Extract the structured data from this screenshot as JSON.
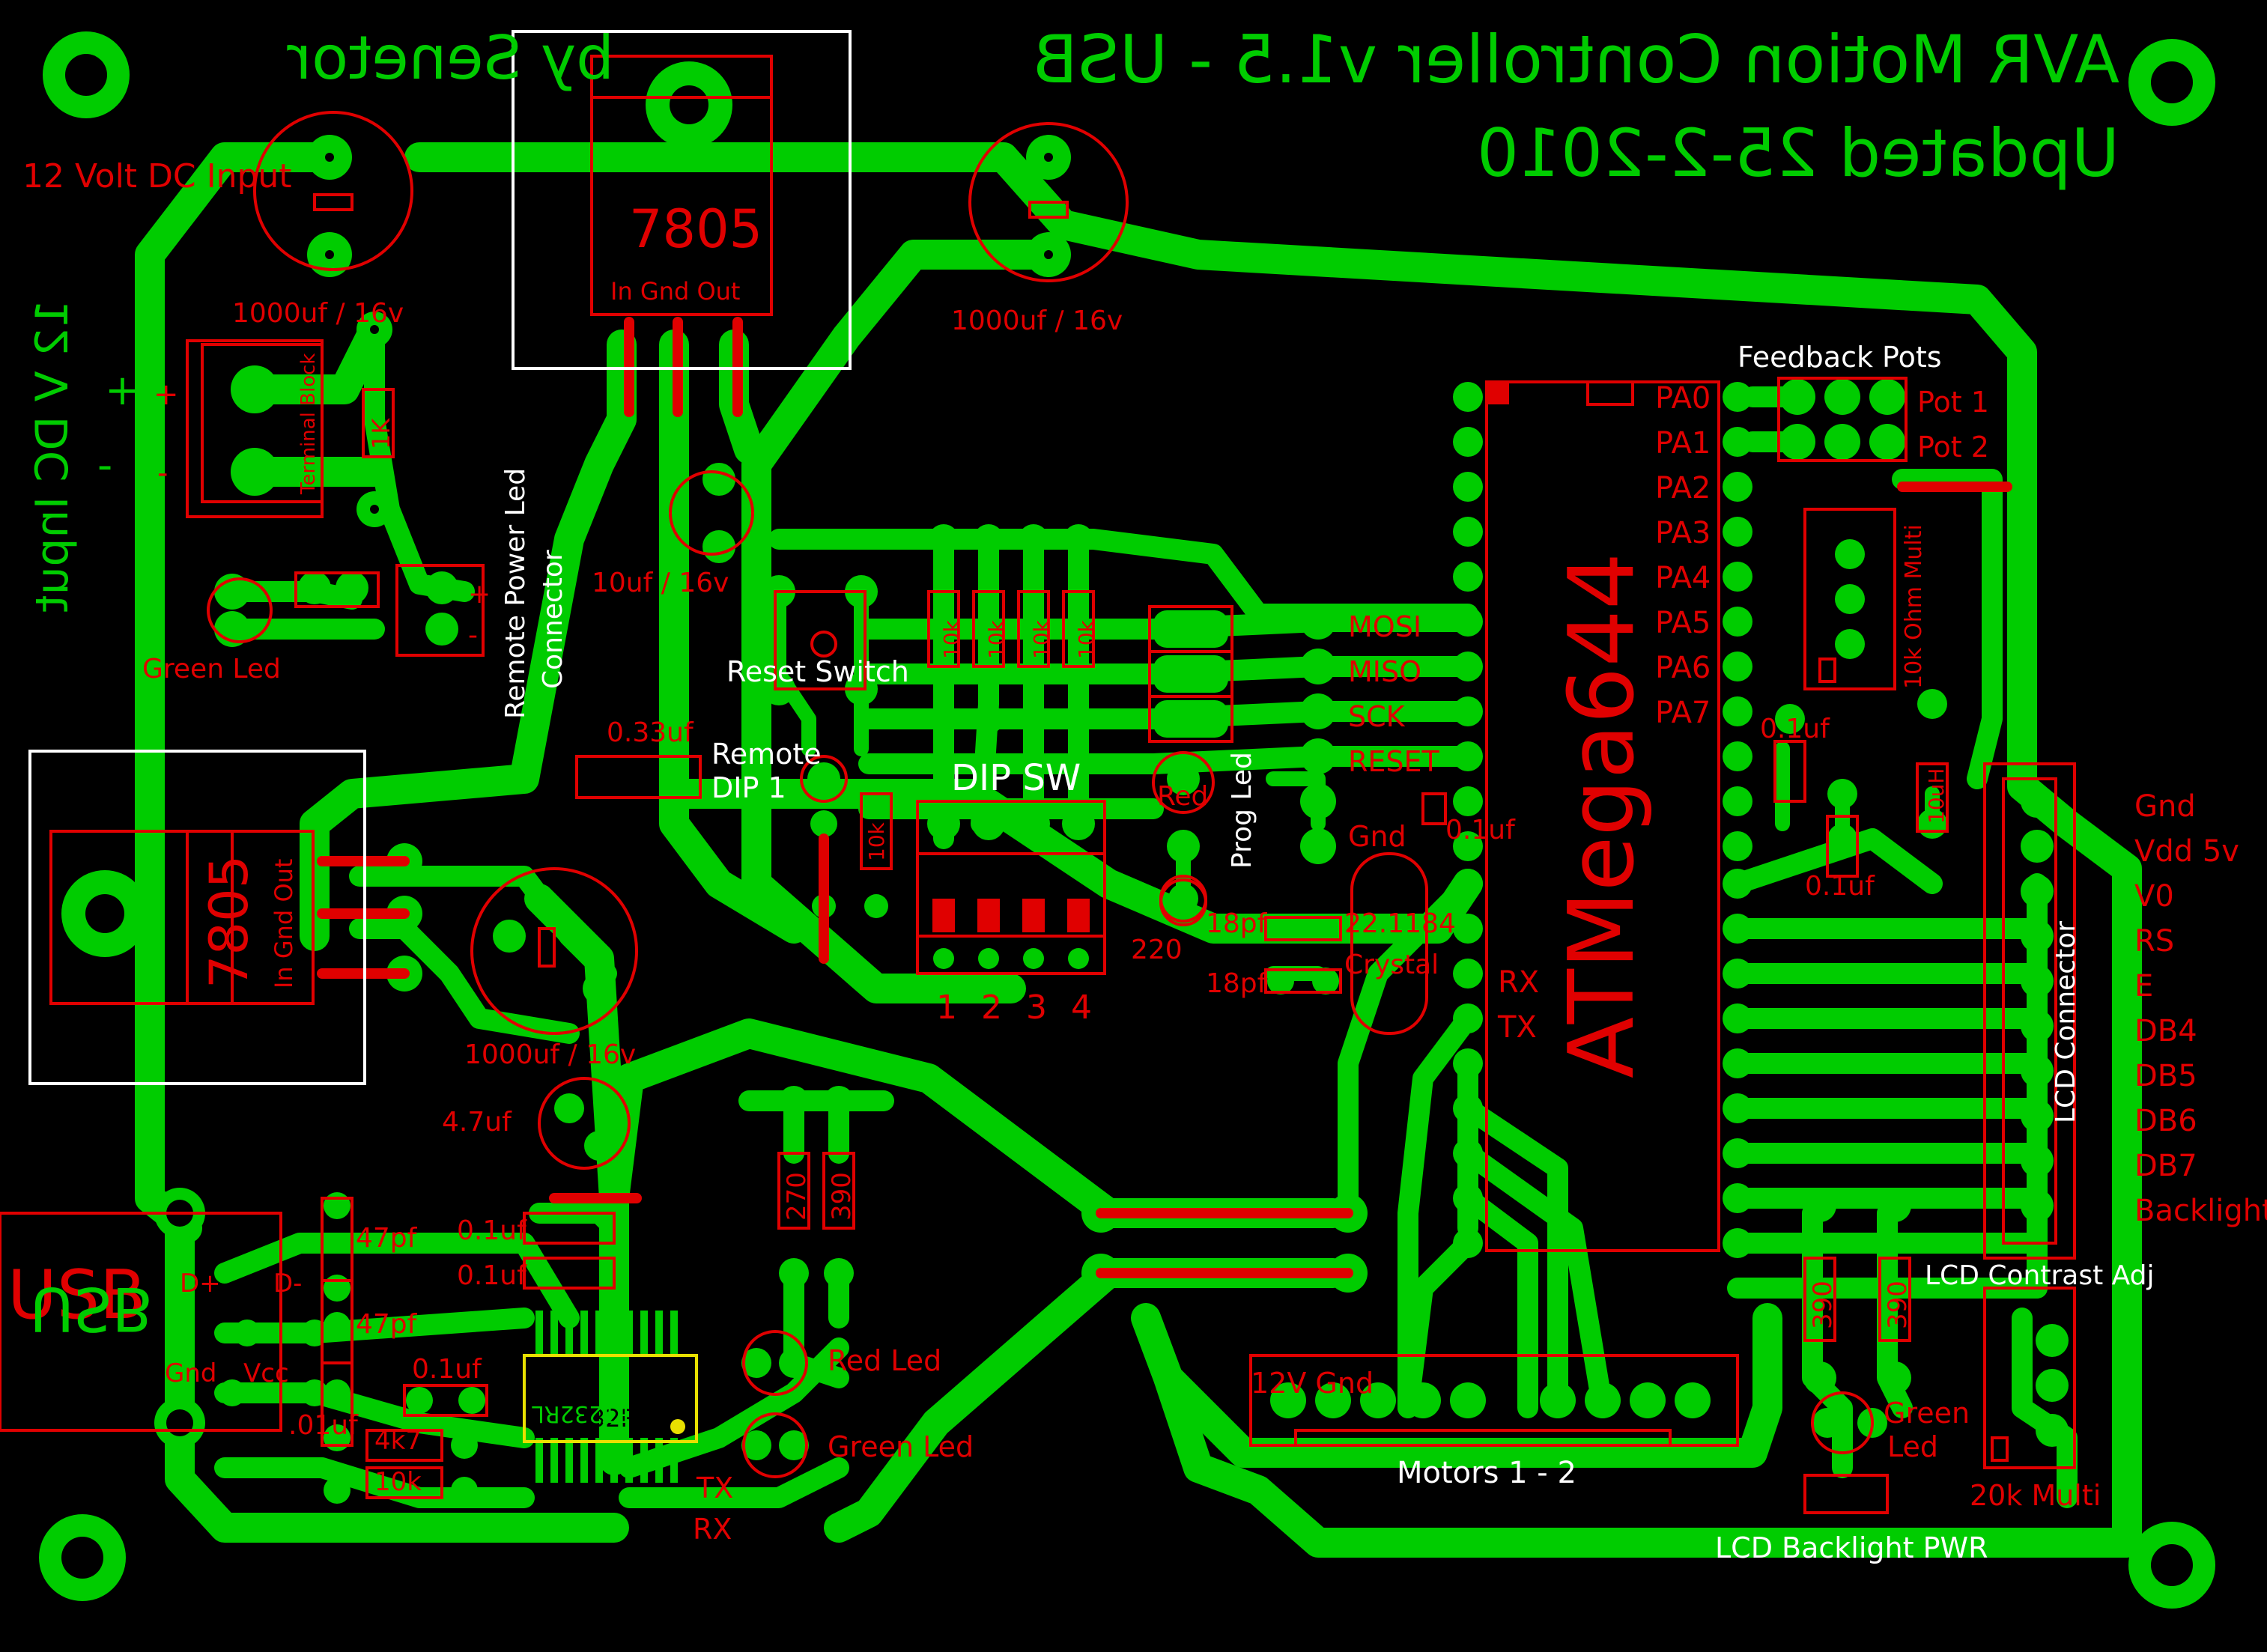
{
  "board": {
    "title": "AVR Motion Controller v1.5 - USB",
    "updated": "Updated 25-2-2010",
    "author": "by Senetor",
    "input_label": "12 Volt DC Input",
    "input_label_green": "12 V DC Input"
  },
  "colors": {
    "background": "#000000",
    "copper": "#00cc00",
    "silkscreen": "#e00000",
    "white_silk": "#ffffff",
    "ic_outline": "#e8e000"
  },
  "labels": {
    "cap_1000_a": "1000uf / 16v",
    "cap_1000_b": "1000uf / 16v",
    "cap_1000_c": "1000uf / 16v",
    "cap_10uf": "10uf / 16v",
    "cap_47uf": "4.7uf",
    "cap_033": "0.33uf",
    "cap_01_a": "0.1uf",
    "cap_01_b": "0.1uf",
    "cap_01_c": "0.1uf",
    "cap_01_d": "0.1uf",
    "cap_01_e": "0.1uf",
    "cap_01_f": "0.1uf",
    "cap_01_g": ".01uf",
    "cap_47pf_a": "47pf",
    "cap_47pf_b": "47pf",
    "cap_18pf_a": "18pf",
    "cap_18pf_b": "18pf",
    "reg_a": "7805",
    "reg_b": "7805",
    "reg_pins": "In Gnd Out",
    "terminal_block": "Terminal Block",
    "plus": "+",
    "minus": "-",
    "res_1k": "1K",
    "res_10k": "10k",
    "res_4k7": "4k7",
    "res_270": "270",
    "res_390_a": "390",
    "res_390_b": "390",
    "res_390_c": "390",
    "res_220": "220",
    "res_10uH": "10uH",
    "green_led_a": "Green Led",
    "green_led_b": "Green Led",
    "green_led_c": "Green",
    "green_led_c2": "Led",
    "red_led_a": "Red Led",
    "red_led_b": "Red",
    "prog_led": "Prog Led",
    "remote_power_led": "Remote Power Led",
    "connector": "Connector",
    "reset_switch": "Reset Switch",
    "remote_dip": "Remote",
    "remote_dip2": "DIP 1",
    "dip_sw": "DIP SW",
    "dip_nums": [
      "1",
      "2",
      "3",
      "4"
    ],
    "crystal": "Crystal",
    "crystal_freq": "22.1184",
    "mcu": "ATMega644",
    "ftdi": "FT232RL",
    "ftdi_mirror": "FT232RL",
    "usb": "USB",
    "usb_mirror": "USB",
    "usb_pins": [
      "D+",
      "D-",
      "Gnd",
      "Vcc"
    ],
    "tx": "TX",
    "rx": "RX",
    "mcu_rx": "RX",
    "mcu_tx": "TX",
    "isp": [
      "MOSI",
      "MISO",
      "SCK",
      "RESET",
      "Gnd"
    ],
    "port_a": [
      "PA0",
      "PA1",
      "PA2",
      "PA3",
      "PA4",
      "PA5",
      "PA6",
      "PA7"
    ],
    "feedback_pots": "Feedback Pots",
    "pot1": "Pot 1",
    "pot2": "Pot 2",
    "multi_10k": "10k Ohm Multi",
    "multi_20k": "20k Multi",
    "lcd_connector": "LCD Connector",
    "lcd_pins": [
      "Gnd",
      "Vdd 5v",
      "V0",
      "RS",
      "E",
      "DB4",
      "DB5",
      "DB6",
      "DB7",
      "Backlight"
    ],
    "lcd_contrast": "LCD Contrast Adj",
    "lcd_backlight": "LCD Backlight PWR",
    "motors": "Motors 1 - 2",
    "motor_gnd": "12V Gnd"
  }
}
